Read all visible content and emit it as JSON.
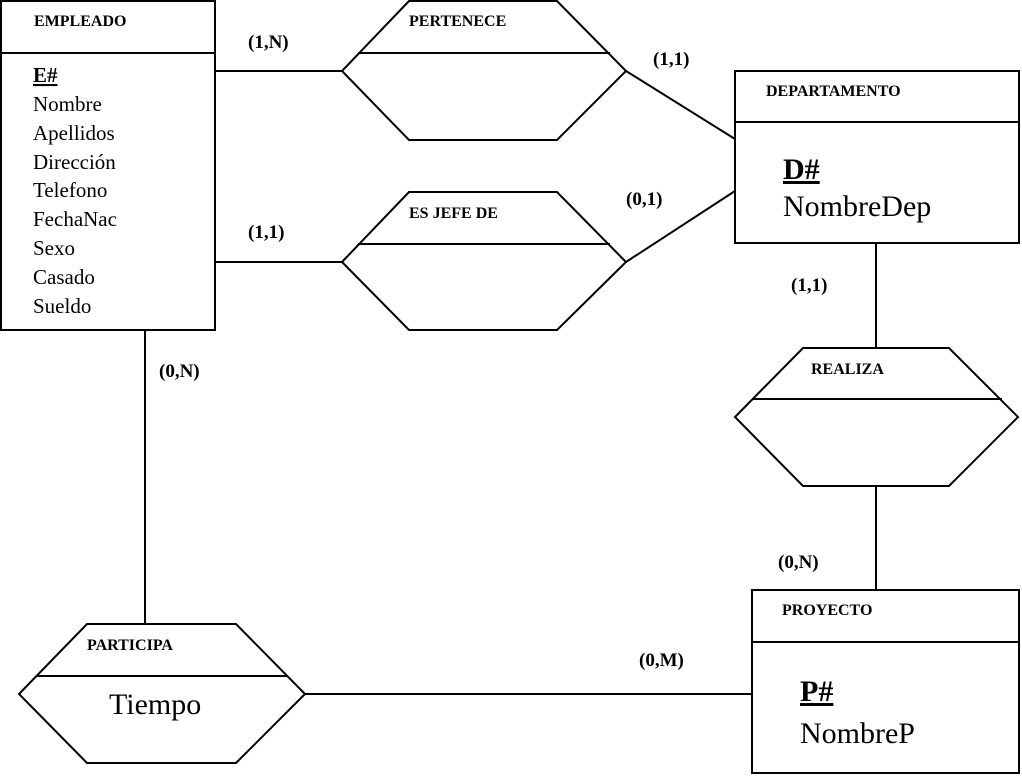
{
  "entities": {
    "empleado": {
      "name": "EMPLEADO",
      "key": "E#",
      "attributes": [
        "Nombre",
        "Apellidos",
        "Dirección",
        "Telefono",
        "FechaNac",
        "Sexo",
        "Casado",
        "Sueldo"
      ]
    },
    "departamento": {
      "name": "DEPARTAMENTO",
      "key": "D#",
      "attributes": [
        "NombreDep"
      ]
    },
    "proyecto": {
      "name": "PROYECTO",
      "key": "P#",
      "attributes": [
        "NombreP"
      ]
    }
  },
  "relationships": {
    "pertenece": {
      "name": "PERTENECE"
    },
    "es_jefe_de": {
      "name": "ES JEFE DE"
    },
    "realiza": {
      "name": "REALIZA"
    },
    "participa": {
      "name": "PARTICIPA",
      "attribute": "Tiempo"
    }
  },
  "cardinalities": {
    "pertenece_empleado": "(1,N)",
    "pertenece_departamento": "(1,1)",
    "jefe_empleado": "(1,1)",
    "jefe_departamento": "(0,1)",
    "participa_empleado": "(0,N)",
    "participa_proyecto": "(0,M)",
    "realiza_departamento": "(1,1)",
    "realiza_proyecto": "(0,N)"
  }
}
